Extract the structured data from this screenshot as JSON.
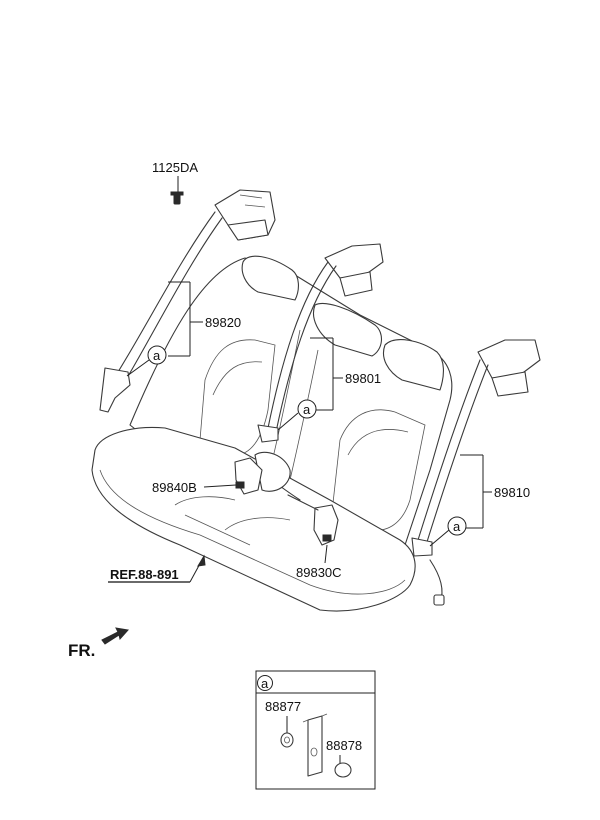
{
  "labels": {
    "bolt": "1125DA",
    "left_belt": "89820",
    "center_belt": "89801",
    "right_belt": "89810",
    "buckle_left": "89840B",
    "buckle_center": "89830C",
    "reference": "REF.88-891",
    "front": "FR."
  },
  "callout": {
    "marker": "a"
  },
  "detail": {
    "marker": "a",
    "part_1": "88877",
    "part_2": "88878"
  }
}
